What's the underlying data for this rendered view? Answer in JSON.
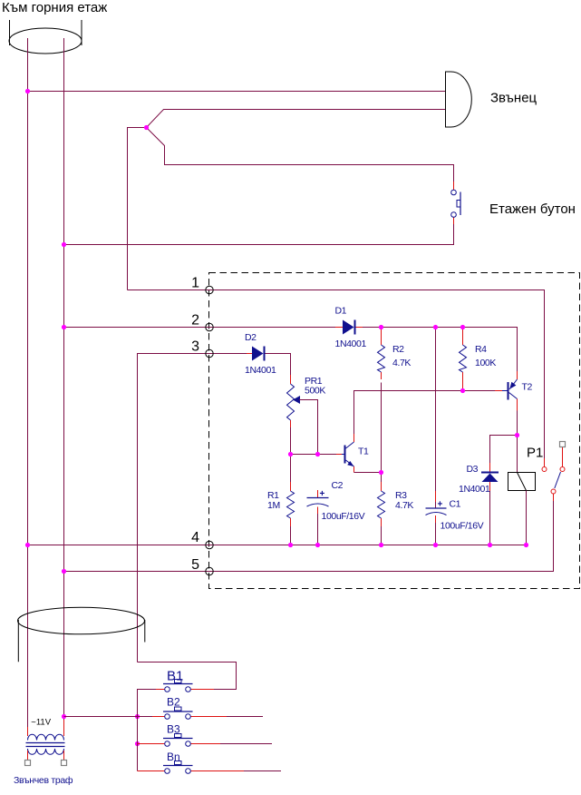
{
  "colors": {
    "wire": "#7B0C44",
    "lead": "#DE1111",
    "symbol": "#10108E",
    "junction": "#FF00FF",
    "outline": "#000000",
    "terminal_square": "#808080",
    "background": "#FFFFFF"
  },
  "header": {
    "title": "Към горния етаж"
  },
  "bell": {
    "label": "Звънец"
  },
  "floor_button": {
    "label": "Етажен бутон"
  },
  "unit": {
    "terminals": {
      "t1": "1",
      "t2": "2",
      "t3": "3",
      "t4": "4",
      "t5": "5"
    },
    "components": {
      "d1": {
        "name": "D1",
        "value": "1N4001"
      },
      "d2": {
        "name": "D2",
        "value": "1N4001"
      },
      "d3": {
        "name": "D3",
        "value": "1N4001"
      },
      "pr1": {
        "name": "PR1",
        "value": "500K"
      },
      "r1": {
        "name": "R1",
        "value": "1M"
      },
      "r2": {
        "name": "R2",
        "value": "4.7K"
      },
      "r3": {
        "name": "R3",
        "value": "4.7K"
      },
      "r4": {
        "name": "R4",
        "value": "100K"
      },
      "c1": {
        "name": "C1",
        "value": "100uF/16V",
        "polarity": "+"
      },
      "c2": {
        "name": "C2",
        "value": "100uF/16V",
        "polarity": "+"
      },
      "t1": {
        "name": "T1"
      },
      "t2": {
        "name": "T2"
      },
      "relay": {
        "name": "P1"
      }
    }
  },
  "call_buttons": {
    "b1": "B1",
    "b2": "B2",
    "b3": "B3",
    "bn": "Bn"
  },
  "transformer": {
    "voltage": "~11V",
    "label": "Звънчев траф"
  }
}
